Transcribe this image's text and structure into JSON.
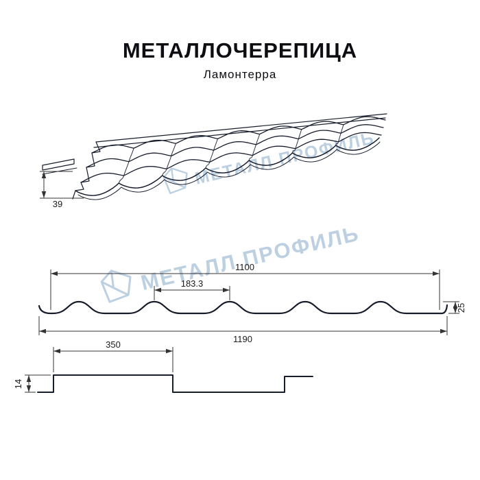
{
  "title": "МЕТАЛЛОЧЕРЕПИЦА",
  "subtitle": "Ламонтерра",
  "watermark": {
    "text": "МЕТАЛЛ ПРОФИЛЬ",
    "color": "#bdd0e1"
  },
  "dimensions": {
    "eave_height": "39",
    "cover_width": "1100",
    "wave_pitch": "183.3",
    "profile_height": "25",
    "overall_width": "1190",
    "module_length": "350",
    "step_height": "14"
  },
  "line_color": "#171c2b"
}
